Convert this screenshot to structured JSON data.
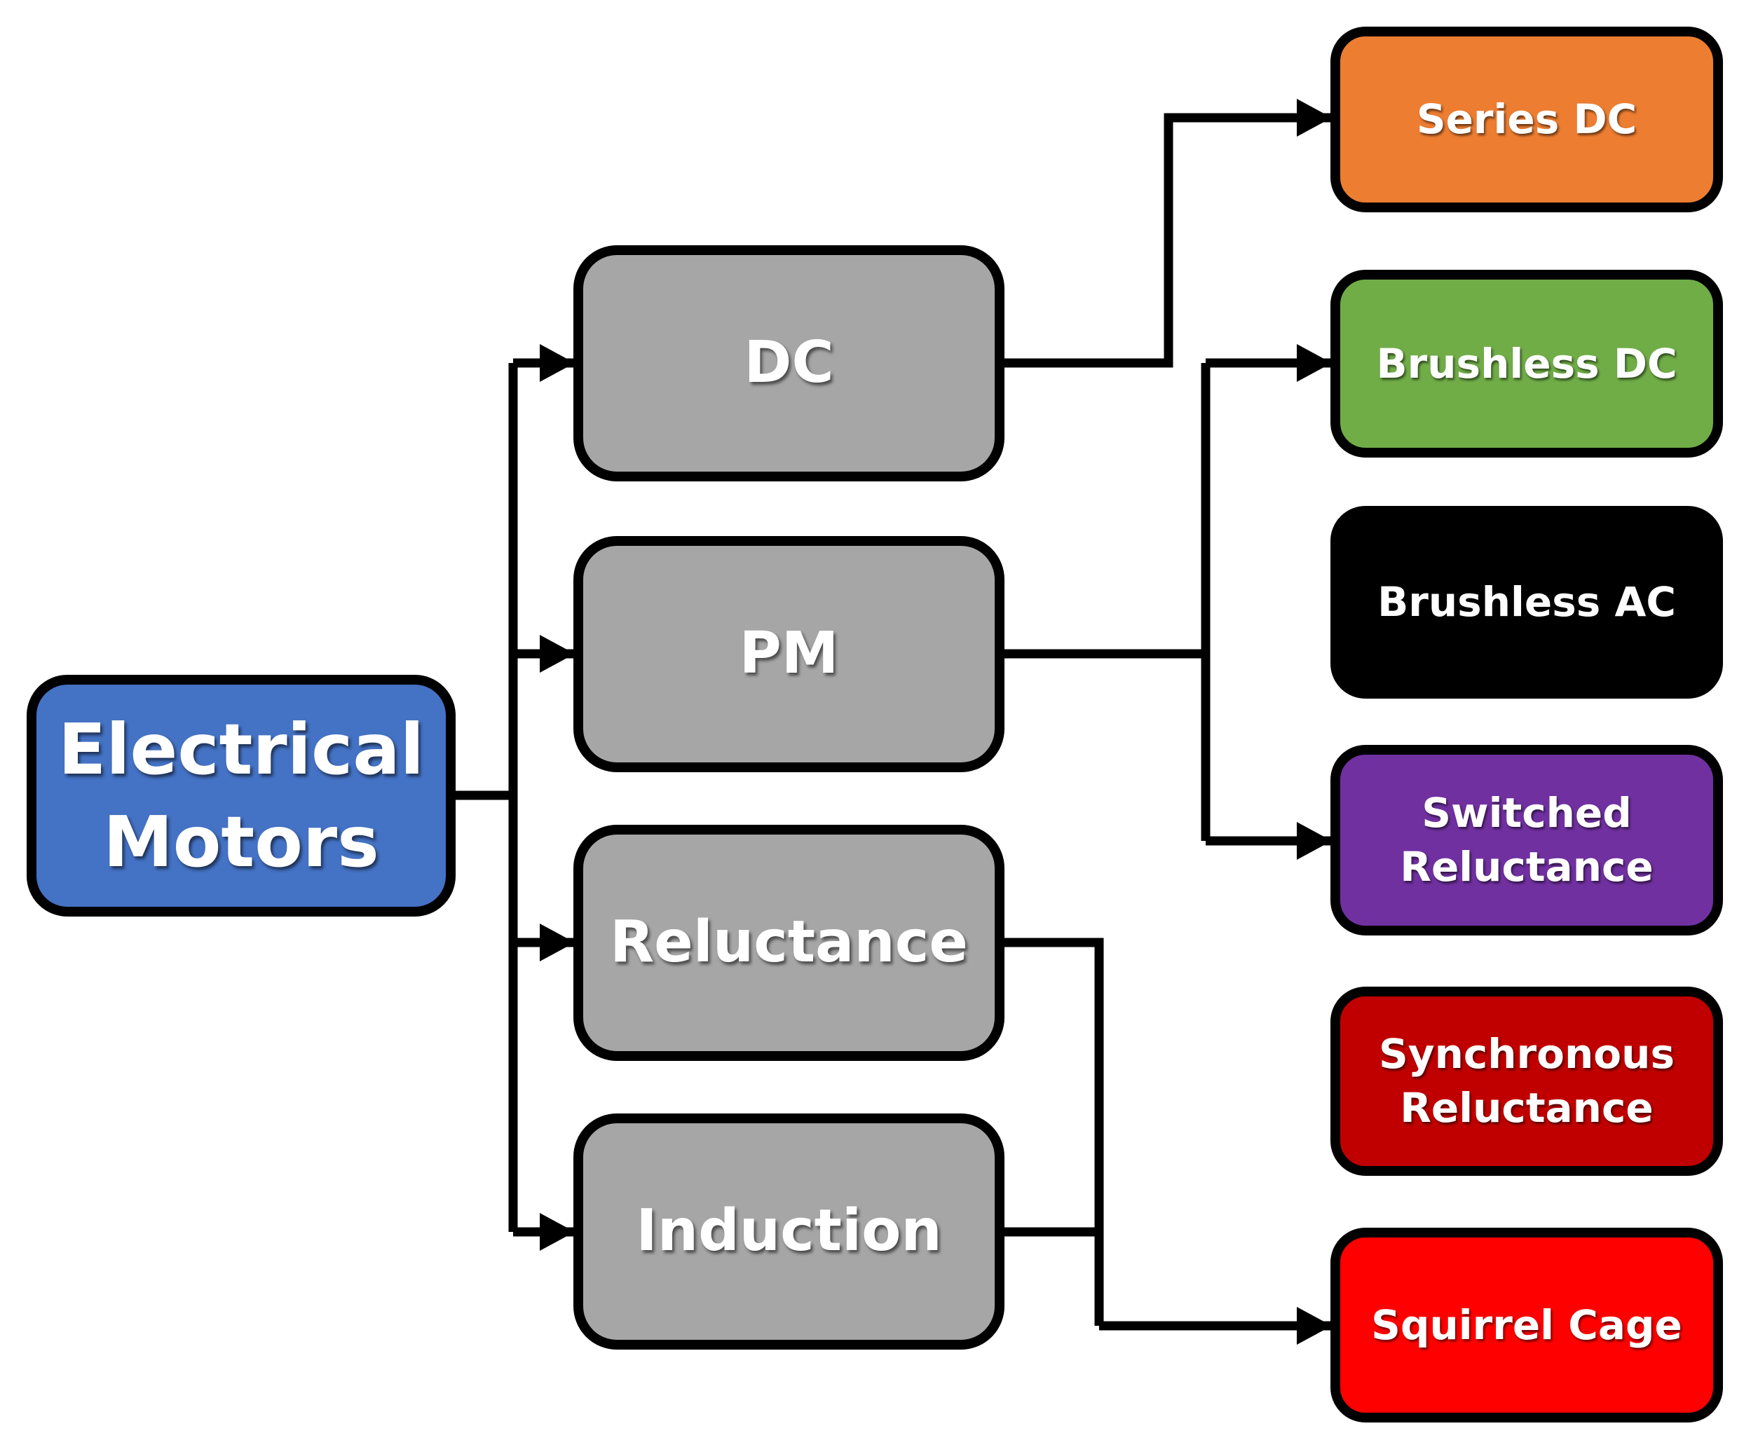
{
  "colors": {
    "root": "#4472c4",
    "mid": "#a6a6a6",
    "series_dc": "#ed7d31",
    "brushless_dc": "#70ad47",
    "brushless_ac": "#000000",
    "switched_reluctance": "#7030a0",
    "synchronous_reluctance": "#c00000",
    "squirrel_cage": "#ff0000",
    "connector": "#000000"
  },
  "root": {
    "line1": "Electrical",
    "line2": "Motors"
  },
  "categories": {
    "dc": "DC",
    "pm": "PM",
    "reluctance": "Reluctance",
    "induction": "Induction"
  },
  "types": {
    "series_dc": "Series DC",
    "brushless_dc": "Brushless DC",
    "brushless_ac": "Brushless AC",
    "switched_reluctance": {
      "line1": "Switched",
      "line2": "Reluctance"
    },
    "synchronous_reluctance": {
      "line1": "Synchronous",
      "line2": "Reluctance"
    },
    "squirrel_cage": "Squirrel Cage"
  }
}
